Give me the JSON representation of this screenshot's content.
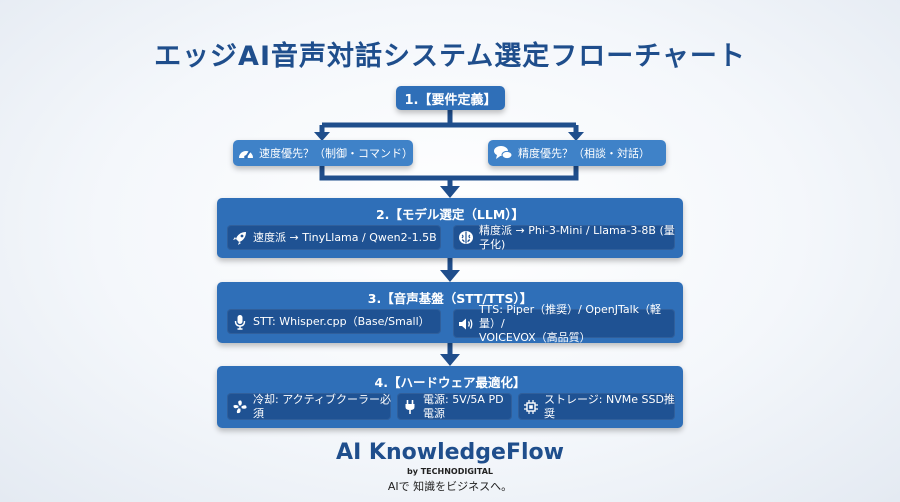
{
  "title": "エッジAI音声対話システム選定フローチャート",
  "step1": {
    "label": "1.【要件定義】"
  },
  "branches": {
    "speed": "速度優先？（制御・コマンド）",
    "accuracy": "精度優先？（相談・対話）"
  },
  "step2": {
    "label": "2.【モデル選定（LLM）】",
    "speed_option": "速度派 → TinyLlama / Qwen2-1.5B",
    "accuracy_option": "精度派 → Phi-3-Mini / Llama-3-8B (量子化)"
  },
  "step3": {
    "label": "3.【音声基盤（STT/TTS）】",
    "stt": "STT: Whisper.cpp（Base/Small）",
    "tts_line1": "TTS: Piper（推奨）/ OpenJTalk（軽量）/",
    "tts_line2": "VOICEVOX（高品質）"
  },
  "step4": {
    "label": "4.【ハードウェア最適化】",
    "cooling": "冷却: アクティブクーラー必須",
    "power": "電源: 5V/5A PD電源",
    "storage": "ストレージ: NVMe SSD推奨"
  },
  "brand": {
    "name": "AI KnowledgeFlow",
    "by": "by TECHNODIGITAL",
    "tagline": "AIで 知識をビジネスへ。"
  },
  "colors": {
    "title": "#1f4e8c",
    "box": "#2f6fb8",
    "chip": "#1f5293",
    "arrow": "#1f4e8c"
  },
  "icons": [
    "speedometer-icon",
    "chat-bubbles-icon",
    "rocket-icon",
    "brain-icon",
    "microphone-icon",
    "speaker-icon",
    "fan-icon",
    "plug-icon",
    "chip-icon"
  ]
}
